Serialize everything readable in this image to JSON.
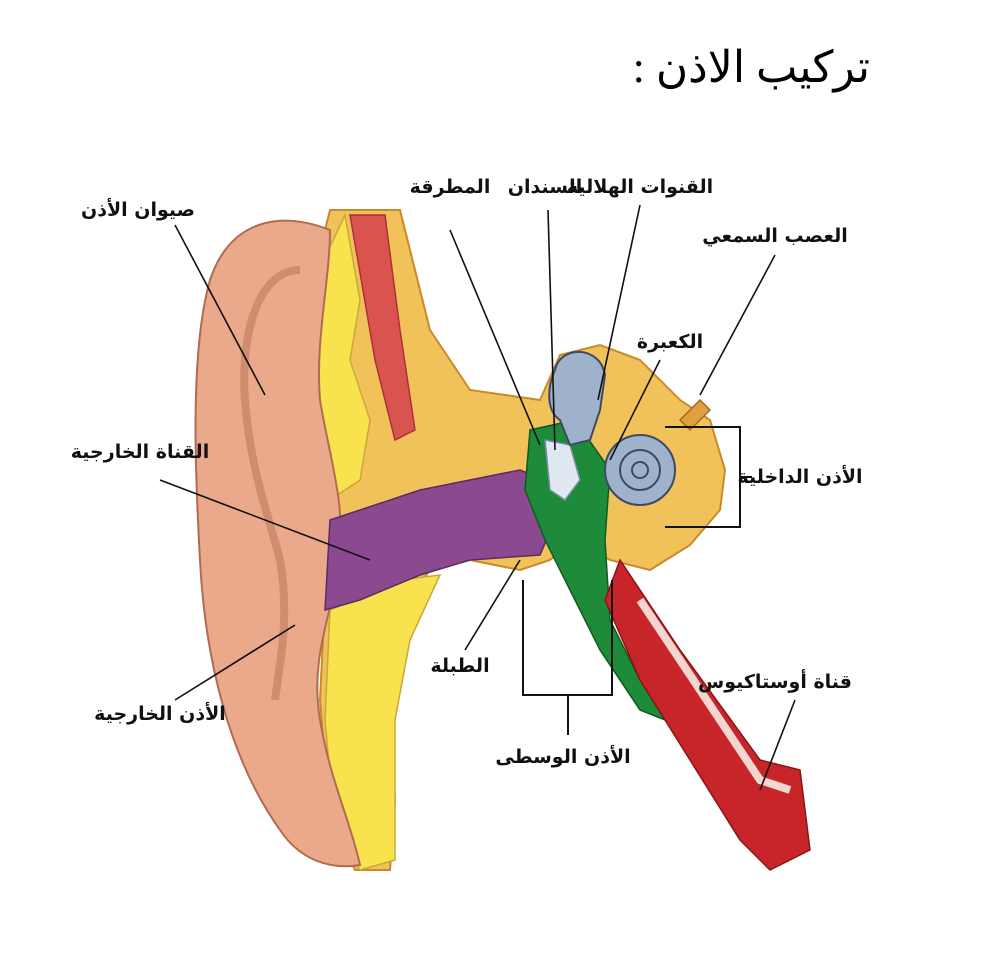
{
  "title": "تركيب الاذن :",
  "labels": {
    "pinna": "صيوان الأذن",
    "external_canal": "القناة الخارجية",
    "outer_ear": "الأذن الخارجية",
    "hammer": "المطرقة",
    "anvil": "السندان",
    "semicircular_canals": "القنوات الهلالية",
    "auditory_nerve": "العصب السمعي",
    "cochlea": "الكعبرة",
    "inner_ear": "الأذن الداخلية",
    "eardrum": "الطبلة",
    "middle_ear": "الأذن الوسطى",
    "eustachian_tube": "قناة أوستاكيوس"
  },
  "colors": {
    "skin": "#e9a98a",
    "bone": "#f2c25a",
    "fat": "#f8e24e",
    "canal": "#8b4a8f",
    "middle_ear": "#1e8b3a",
    "cochlea": "#9fb2cc",
    "tube": "#c8252a"
  }
}
